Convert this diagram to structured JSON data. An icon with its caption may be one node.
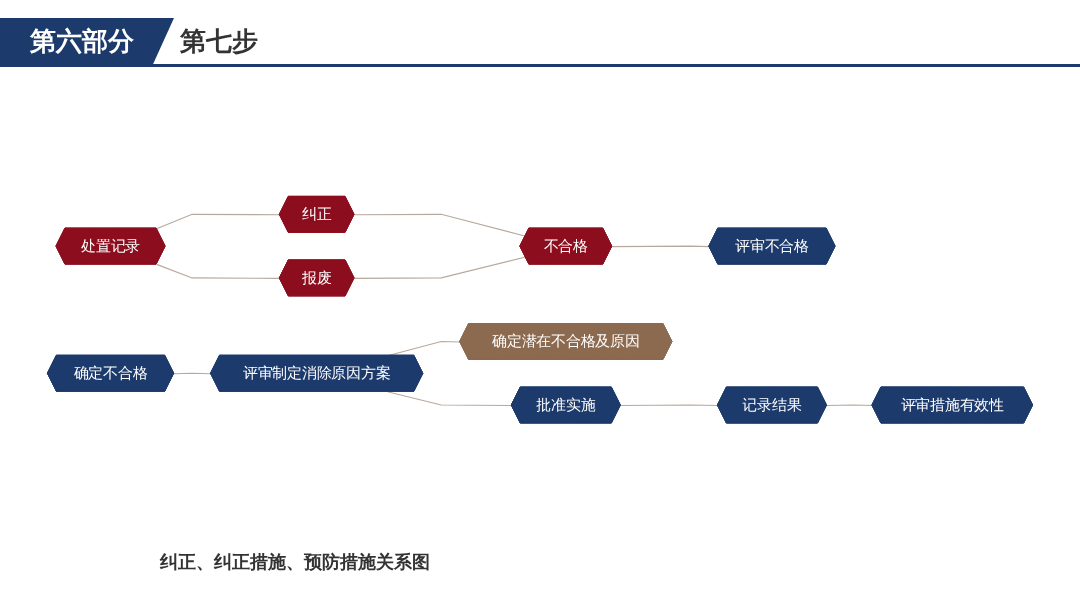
{
  "diagram": {
    "caption": "纠正、纠正措施、预防措施关系图",
    "nodes": [
      {
        "text": [
          "处置记录"
        ]
      },
      {
        "text": [
          "纠正"
        ]
      },
      {
        "text": [
          "报废"
        ]
      },
      {
        "text": [
          "不合格"
        ]
      },
      {
        "text": [
          "评审不合格"
        ]
      },
      {
        "text": [
          "确定不合格"
        ]
      },
      {
        "text": [
          "评审制定消除原因方案"
        ]
      },
      {
        "text": [
          "确定潜在不合格及原因"
        ]
      },
      {
        "text": [
          "批准实施"
        ]
      },
      {
        "text": [
          "记录结果"
        ]
      },
      {
        "text": [
          "评审措施有效性"
        ]
      }
    ],
    "edges": [
      {
        "from": 0,
        "to": 1,
        "arrow": "none"
      },
      {
        "from": 0,
        "to": 2,
        "arrow": "none"
      },
      {
        "from": 1,
        "to": 3,
        "arrow": "none"
      },
      {
        "from": 2,
        "to": 3,
        "arrow": "none"
      },
      {
        "from": 3,
        "to": 4,
        "arrow": "none"
      },
      {
        "from": 5,
        "to": 6,
        "arrow": "none"
      },
      {
        "from": 6,
        "to": 7,
        "arrow": "none"
      },
      {
        "from": 6,
        "to": 8,
        "arrow": "none"
      },
      {
        "from": 8,
        "to": 9,
        "arrow": "none"
      },
      {
        "from": 9,
        "to": 10,
        "arrow": "none"
      }
    ],
    "labels": [
      "第六部分",
      "第七步"
    ]
  }
}
